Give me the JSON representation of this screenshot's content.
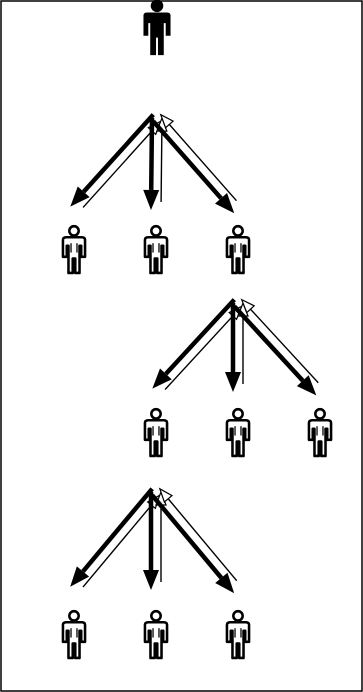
{
  "diagram": {
    "colors": {
      "background": "#ffffff",
      "border": "#000000",
      "stroke": "#000000",
      "source_person_fill": "#000000",
      "recipient_person_fill": "#ffffff",
      "feedback_arrow_head_fill": "#ffffff"
    },
    "nodes": [
      {
        "id": "source",
        "kind": "filled-person",
        "icon": "person-filled-icon",
        "level": 0
      },
      {
        "id": "r1a",
        "kind": "outline-person",
        "icon": "person-outline-icon",
        "level": 1,
        "parent": "source"
      },
      {
        "id": "r1b",
        "kind": "outline-person",
        "icon": "person-outline-icon",
        "level": 1,
        "parent": "source"
      },
      {
        "id": "r1c",
        "kind": "outline-person",
        "icon": "person-outline-icon",
        "level": 1,
        "parent": "source"
      },
      {
        "id": "r2a",
        "kind": "outline-person",
        "icon": "person-outline-icon",
        "level": 2,
        "parent": "r1c"
      },
      {
        "id": "r2b",
        "kind": "outline-person",
        "icon": "person-outline-icon",
        "level": 2,
        "parent": "r1c"
      },
      {
        "id": "r2c",
        "kind": "outline-person",
        "icon": "person-outline-icon",
        "level": 2,
        "parent": "r1c"
      },
      {
        "id": "r3a",
        "kind": "outline-person",
        "icon": "person-outline-icon",
        "level": 3,
        "parent": "r2a"
      },
      {
        "id": "r3b",
        "kind": "outline-person",
        "icon": "person-outline-icon",
        "level": 3,
        "parent": "r2a"
      },
      {
        "id": "r3c",
        "kind": "outline-person",
        "icon": "person-outline-icon",
        "level": 3,
        "parent": "r2a"
      }
    ],
    "edges": [
      {
        "from": "source",
        "to": "r1a",
        "forward": "thick-arrow-icon",
        "feedback": "thin-hollow-arrow-icon"
      },
      {
        "from": "source",
        "to": "r1b",
        "forward": "thick-arrow-icon",
        "feedback": "thin-hollow-arrow-icon"
      },
      {
        "from": "source",
        "to": "r1c",
        "forward": "thick-arrow-icon",
        "feedback": "thin-hollow-arrow-icon"
      },
      {
        "from": "r1c",
        "to": "r2a",
        "forward": "thick-arrow-icon",
        "feedback": "thin-hollow-arrow-icon"
      },
      {
        "from": "r1c",
        "to": "r2b",
        "forward": "thick-arrow-icon",
        "feedback": "thin-hollow-arrow-icon"
      },
      {
        "from": "r1c",
        "to": "r2c",
        "forward": "thick-arrow-icon",
        "feedback": "thin-hollow-arrow-icon"
      },
      {
        "from": "r2a",
        "to": "r3a",
        "forward": "thick-arrow-icon",
        "feedback": "thin-hollow-arrow-icon"
      },
      {
        "from": "r2a",
        "to": "r3b",
        "forward": "thick-arrow-icon",
        "feedback": "thin-hollow-arrow-icon"
      },
      {
        "from": "r2a",
        "to": "r3c",
        "forward": "thick-arrow-icon",
        "feedback": "thin-hollow-arrow-icon"
      }
    ]
  }
}
